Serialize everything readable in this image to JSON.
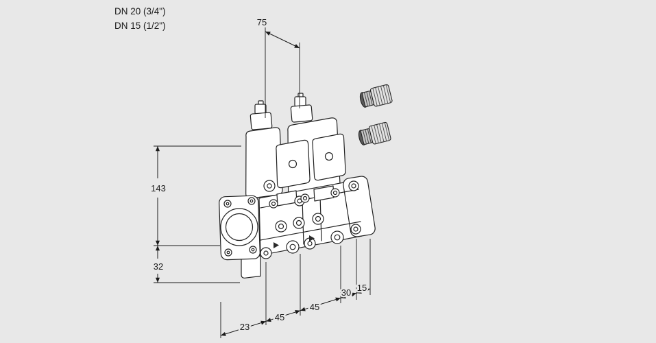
{
  "page": {
    "background": "#e8e8e8",
    "line_color": "#1a1a1a",
    "drawing_fill": "#ffffff"
  },
  "labels": {
    "dn_line1": "DN 20 (3/4\")",
    "dn_line2": "DN 15 (1/2\")"
  },
  "dimensions": {
    "top_span": "75",
    "height_main": "143",
    "height_base": "32",
    "right_offset_outer": "15",
    "right_offset_inner": "30",
    "span_45_right": "45",
    "span_45_left": "45",
    "base_left": "23"
  },
  "drawing": {
    "subject": "double-solenoid-gas-valve-technical-drawing",
    "icons": [
      "valve-body",
      "solenoid-actuators",
      "inlet-flange-port",
      "pipe-fittings",
      "dimension-arrows"
    ]
  }
}
